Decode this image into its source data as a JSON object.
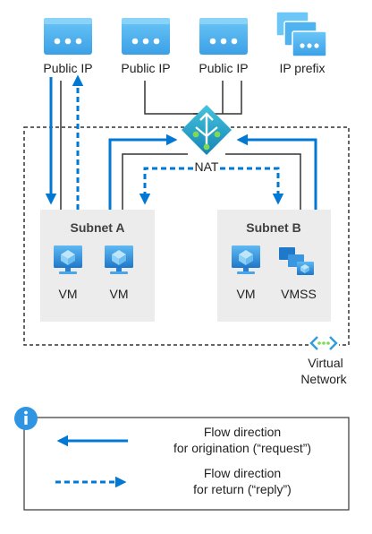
{
  "nodes": {
    "public_ip_1": "Public IP",
    "public_ip_2": "Public IP",
    "public_ip_3": "Public IP",
    "ip_prefix": "IP prefix",
    "nat": "NAT",
    "subnet_a": "Subnet A",
    "subnet_b": "Subnet B",
    "vm_a1": "VM",
    "vm_a2": "VM",
    "vm_b1": "VM",
    "vmss": "VMSS",
    "vnet_line1": "Virtual",
    "vnet_line2": "Network"
  },
  "legend": {
    "request_line1": "Flow direction",
    "request_line2": "for origination (“request”)",
    "reply_line1": "Flow direction",
    "reply_line2": "for return (“reply”)"
  },
  "icons": {
    "public_ip": "public-ip-icon",
    "ip_prefix": "ip-prefix-icon",
    "nat": "nat-gateway-icon",
    "vm": "virtual-machine-icon",
    "vmss": "vm-scale-set-icon",
    "vnet": "virtual-network-icon",
    "info": "info-icon"
  },
  "colors": {
    "accent_blue": "#0078d4",
    "icon_blue": "#50b4f0",
    "subnet_fill": "#ececec",
    "line_dark": "#333333",
    "nat_teal": "#1aa3c0"
  }
}
